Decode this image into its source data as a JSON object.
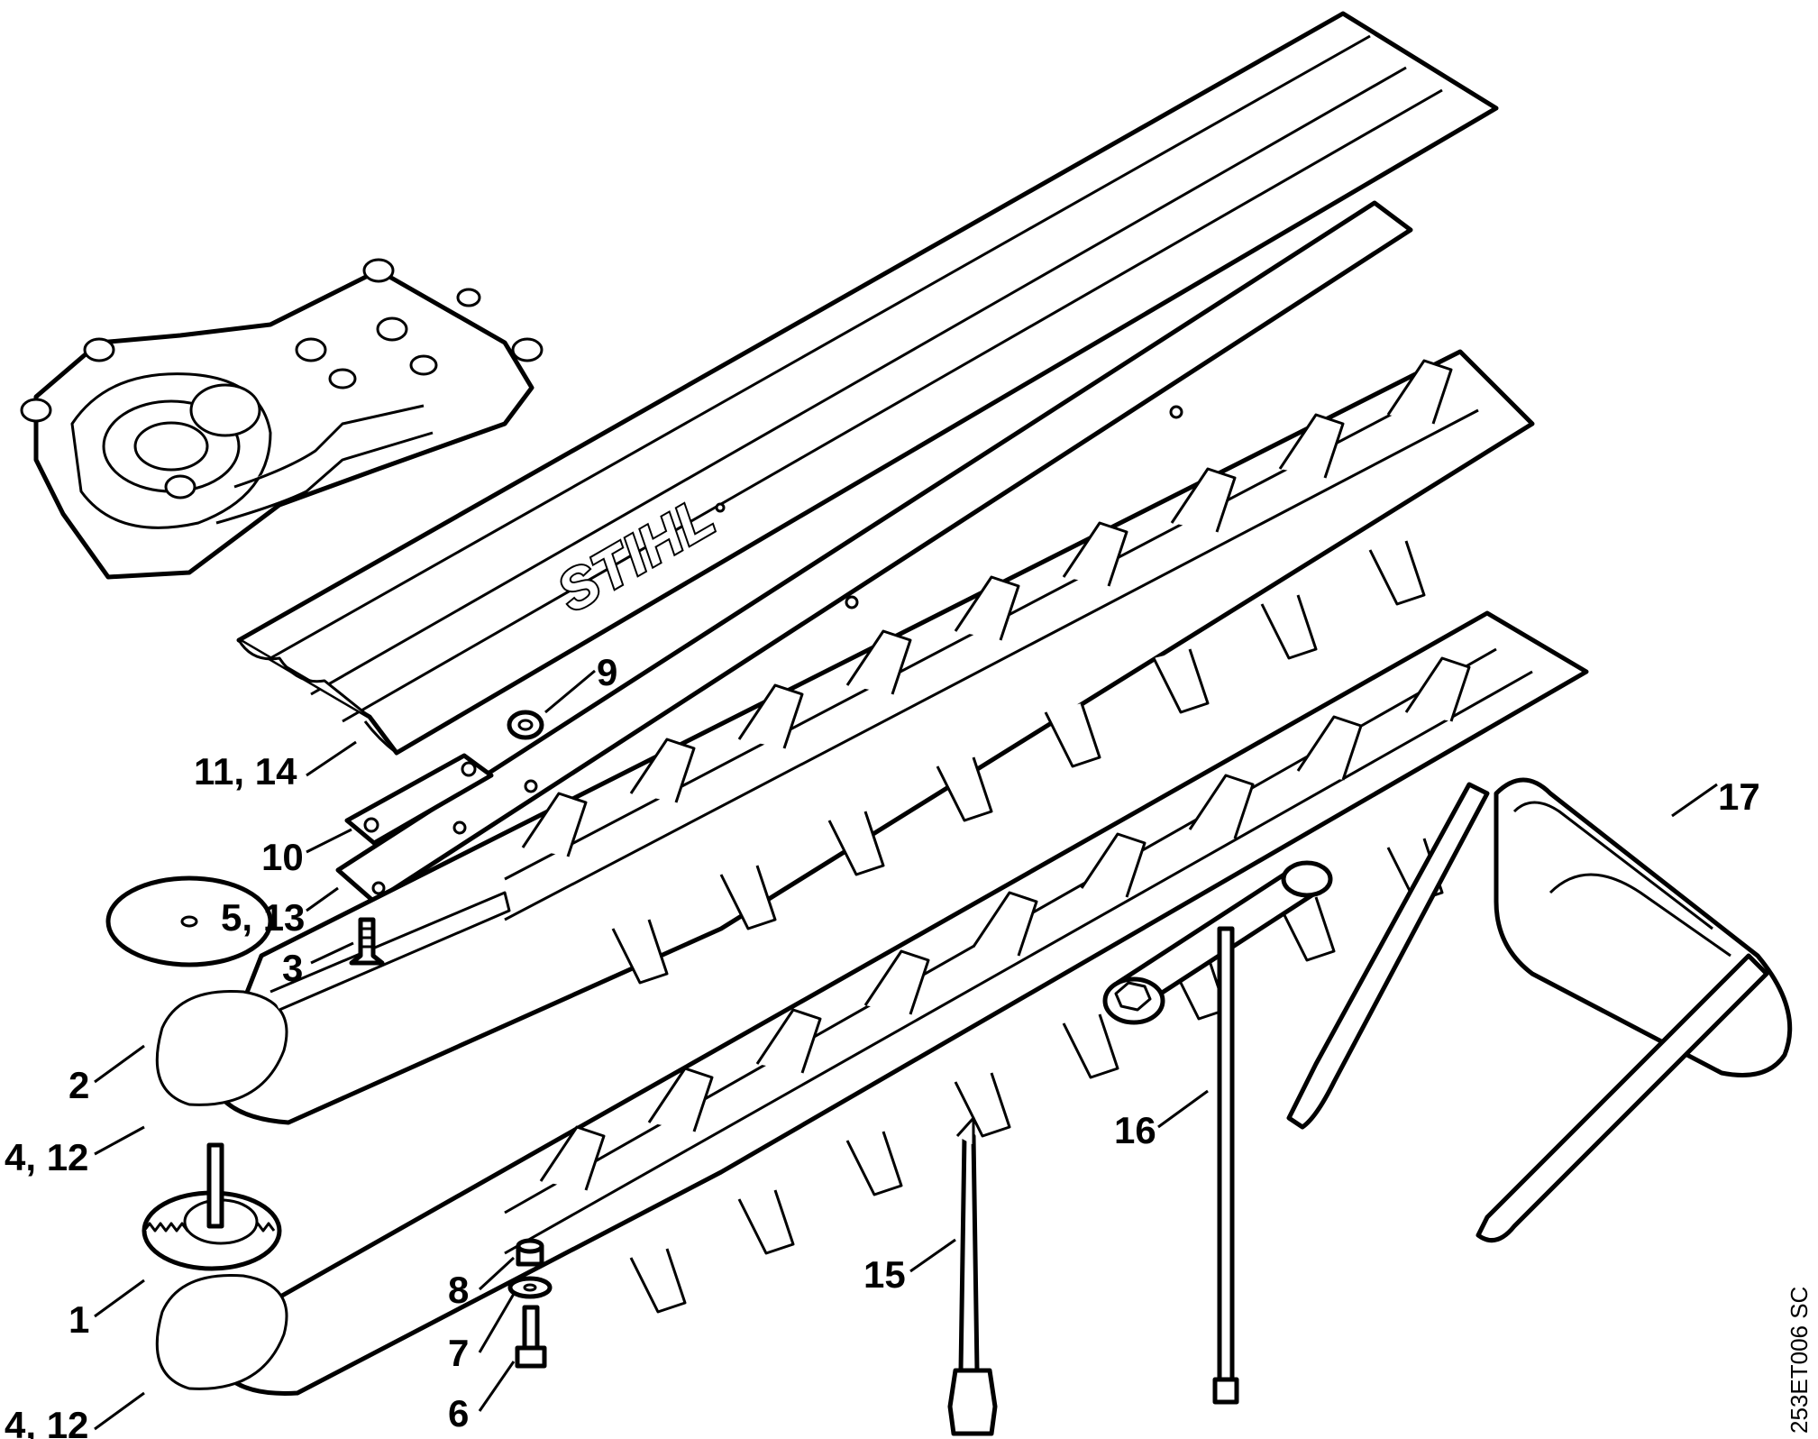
{
  "diagram": {
    "brand_text": "STIHL",
    "drawing_code": "253ET006 SC",
    "callouts": [
      {
        "id": "c9",
        "text": "9"
      },
      {
        "id": "c11-14",
        "text": "11, 14"
      },
      {
        "id": "c10",
        "text": "10"
      },
      {
        "id": "c5-13",
        "text": "5, 13"
      },
      {
        "id": "c3",
        "text": "3"
      },
      {
        "id": "c2",
        "text": "2"
      },
      {
        "id": "c4-12-a",
        "text": "4, 12"
      },
      {
        "id": "c1",
        "text": "1"
      },
      {
        "id": "c4-12-b",
        "text": "4, 12"
      },
      {
        "id": "c8",
        "text": "8"
      },
      {
        "id": "c7",
        "text": "7"
      },
      {
        "id": "c6",
        "text": "6"
      },
      {
        "id": "c15",
        "text": "15"
      },
      {
        "id": "c16",
        "text": "16"
      },
      {
        "id": "c17",
        "text": "17"
      }
    ]
  }
}
